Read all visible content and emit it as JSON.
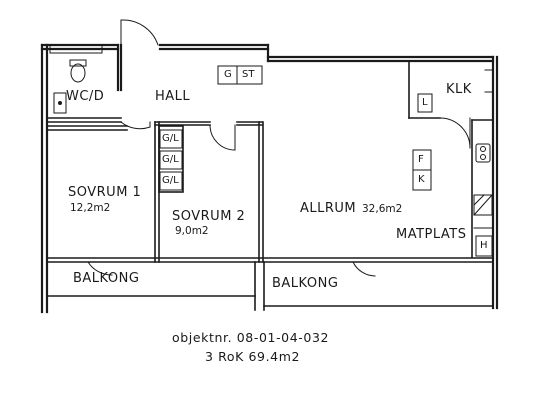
{
  "rooms": {
    "wc": "WC/D",
    "hall": "HALL",
    "klk": "KLK",
    "sovrum1_name": "SOVRUM 1",
    "sovrum1_area": "12,2m2",
    "sovrum2_name": "SOVRUM 2",
    "sovrum2_area": "9,0m2",
    "allrum_name": "ALLRUM",
    "allrum_area": "32,6m2",
    "matplats": "MATPLATS",
    "balkong_left": "BALKONG",
    "balkong_right": "BALKONG"
  },
  "fixtures": {
    "g": "G",
    "st": "ST",
    "l": "L",
    "f": "F",
    "k": "K",
    "h": "H",
    "gl": [
      "G/L",
      "G/L",
      "G/L"
    ]
  },
  "caption": {
    "object_number": "objektnr. 08-01-04-032",
    "summary": "3 RoK 69.4m2"
  }
}
